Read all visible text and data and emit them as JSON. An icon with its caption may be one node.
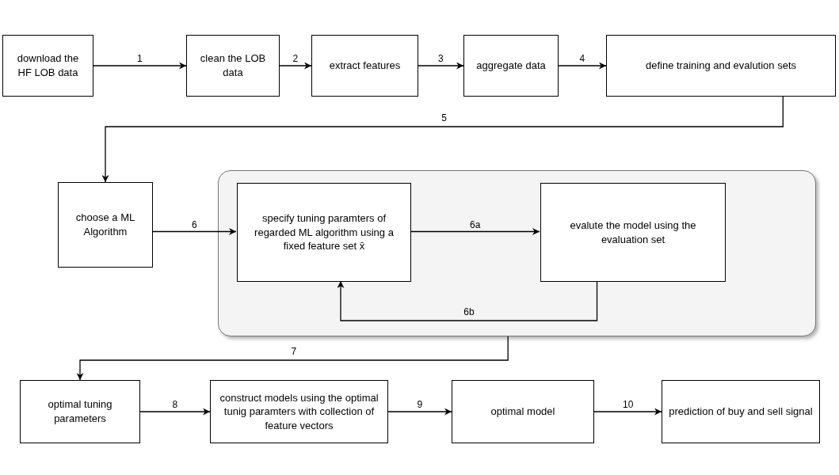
{
  "diagram": {
    "nodes": [
      {
        "text": [
          "download the HF LOB data"
        ]
      },
      {
        "text": [
          "clean the LOB data"
        ]
      },
      {
        "text": [
          "extract features"
        ]
      },
      {
        "text": [
          "aggregate data"
        ]
      },
      {
        "text": [
          "define training and evalution sets"
        ]
      },
      {
        "text": [
          "choose a ML Algorithm"
        ]
      },
      {
        "text": [],
        "shape": "box"
      },
      {
        "text": [
          "specify tuning paramters of regarded ML algorithm using a fixed feature set x̄"
        ],
        "in": 6
      },
      {
        "text": [
          "evalute the model using the evaluation set"
        ],
        "in": 6
      },
      {
        "text": [
          "optimal tuning parameters"
        ]
      },
      {
        "text": [
          "construct models using the optimal tunig paramters with collection of feature vectors"
        ]
      },
      {
        "text": [
          "optimal model"
        ]
      },
      {
        "text": [
          "prediction of buy and sell signal"
        ]
      }
    ],
    "edges": [
      {
        "from": 0,
        "to": 1,
        "arrow": "to",
        "label": "1"
      },
      {
        "from": 1,
        "to": 2,
        "arrow": "to",
        "label": "2"
      },
      {
        "from": 2,
        "to": 3,
        "arrow": "to",
        "label": "3"
      },
      {
        "from": 3,
        "to": 4,
        "arrow": "to",
        "label": "4"
      },
      {
        "from": 4,
        "to": 5,
        "arrow": "to",
        "label": "5"
      },
      {
        "from": 5,
        "to": 7,
        "arrow": "to",
        "label": "6"
      },
      {
        "from": 7,
        "to": 8,
        "arrow": "to",
        "label": "6a"
      },
      {
        "from": 8,
        "to": 7,
        "arrow": "to",
        "label": "6b"
      },
      {
        "from": 6,
        "to": 9,
        "arrow": "to",
        "label": "7"
      },
      {
        "from": 9,
        "to": 10,
        "arrow": "to",
        "label": "8"
      },
      {
        "from": 10,
        "to": 11,
        "arrow": "to",
        "label": "9"
      },
      {
        "from": 11,
        "to": 12,
        "arrow": "to",
        "label": "10"
      }
    ]
  }
}
